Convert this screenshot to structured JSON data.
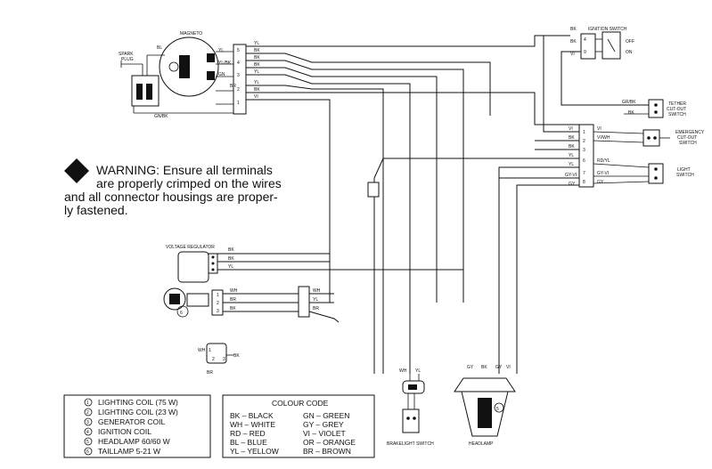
{
  "warning": {
    "lines": [
      "WARNING: Ensure all terminals",
      "are properly crimped on the wires",
      "and all connector housings are proper-",
      "ly fastened."
    ]
  },
  "labels": {
    "magneto": "MAGNETO",
    "spark_plug_1": "SPARK",
    "spark_plug_2": "PLUG",
    "ignition_switch": "IGNITION SWITCH",
    "off": "OFF",
    "on": "ON",
    "tether_1": "TETHER",
    "tether_2": "CUT-OUT",
    "tether_3": "SWITCH",
    "emergency_1": "EMERGENCY",
    "emergency_2": "CUT-OUT",
    "emergency_3": "SWITCH",
    "light_1": "LIGHT",
    "light_2": "SWITCH",
    "voltage_regulator": "VOLTAGE REGULATOR",
    "brakelight_switch": "BRAKELIGHT SWITCH",
    "headlamp": "HEADLAMP"
  },
  "wire_codes": {
    "yl": "YL",
    "bk": "BK",
    "gn": "GN",
    "br": "BR",
    "vi": "VI",
    "wh": "WH",
    "bl": "BL",
    "gy": "GY",
    "rd": "RD",
    "yl_bk": "YL/BK",
    "gn_bk": "GN/BK",
    "gy_vi": "GY-VI",
    "rd_yl": "RD/YL",
    "vi_wh": "VI/WH",
    "gr_bk": "GR/BK"
  },
  "connector_numbers": [
    "1",
    "2",
    "3",
    "4",
    "5",
    "6",
    "7",
    "8"
  ],
  "components": {
    "title": "",
    "items": [
      {
        "num": "1",
        "label": "LIGHTING COIL (75 W)"
      },
      {
        "num": "2",
        "label": "LIGHTING COIL (23 W)"
      },
      {
        "num": "3",
        "label": "GENERATOR COIL"
      },
      {
        "num": "4",
        "label": "IGNITION COIL"
      },
      {
        "num": "5",
        "label": "HEADLAMP 60/60 W"
      },
      {
        "num": "6",
        "label": "TAILLAMP 5-21 W"
      }
    ]
  },
  "colour_code": {
    "title": "COLOUR CODE",
    "left": [
      "BK – BLACK",
      "WH – WHITE",
      "RD – RED",
      "BL – BLUE",
      "YL – YELLOW"
    ],
    "right": [
      "GN – GREEN",
      "GY – GREY",
      "VI – VIOLET",
      "OR – ORANGE",
      "BR – BROWN"
    ]
  }
}
